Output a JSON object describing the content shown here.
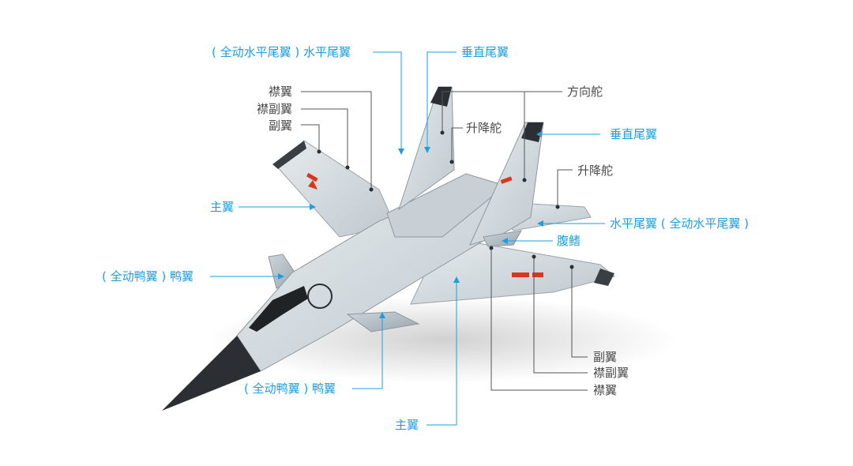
{
  "colors": {
    "primary_label": "#1e9ee0",
    "secondary_label": "#4a4a4a",
    "leader_line_blue": "#1e9ee0",
    "leader_line_gray": "#555555",
    "airframe": "#d4dbe0",
    "airframe_shadow": "#a9b3ba",
    "radome": "#2b2f33",
    "insignia": "#d9371c"
  },
  "labels": {
    "h_stab_left": "( 全动水平尾翼 ) 水平尾翼",
    "v_tail_left": "垂直尾翼",
    "rudder": "方向舵",
    "flap_left": "襟翼",
    "flaperon_left": "襟副翼",
    "aileron_left": "副翼",
    "elevator_left": "升降舵",
    "v_tail_right": "垂直尾翼",
    "elevator_right": "升降舵",
    "main_wing_left": "主翼",
    "h_stab_right": "水平尾翼 ( 全动水平尾翼 )",
    "ventral_fin": "腹鳍",
    "canard_left": "( 全动鸭翼 ) 鸭翼",
    "canard_bottom": "( 全动鸭翼 ) 鸭翼",
    "main_wing_bottom": "主翼",
    "aileron_right": "副翼",
    "flaperon_right": "襟副翼",
    "flap_right": "襟翼"
  }
}
